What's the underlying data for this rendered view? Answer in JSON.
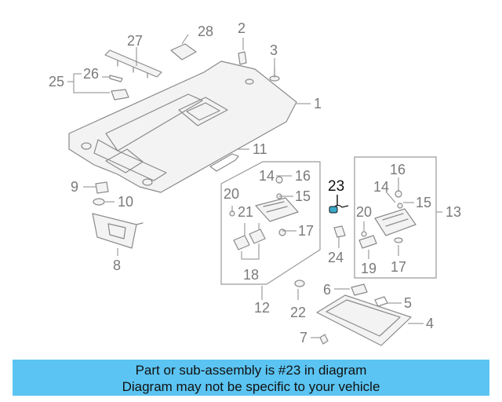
{
  "diagram": {
    "callouts": [
      "1",
      "2",
      "3",
      "4",
      "5",
      "6",
      "7",
      "8",
      "9",
      "10",
      "11",
      "12",
      "13",
      "14",
      "15",
      "16",
      "17",
      "18",
      "19",
      "20",
      "21",
      "22",
      "23",
      "24",
      "25",
      "26",
      "27",
      "28"
    ],
    "callouts_inset_a": [
      "14",
      "15",
      "16",
      "17",
      "18",
      "20",
      "21"
    ],
    "callouts_inset_b": [
      "14",
      "15",
      "16",
      "17",
      "19",
      "20"
    ],
    "highlighted_part": "23",
    "colors": {
      "line": "#8a8a8a",
      "highlight": "#111111",
      "banner": "#5bc4f2"
    }
  },
  "banner": {
    "line1": "Part or sub-assembly is #23 in diagram",
    "line2": "Diagram may not be specific to your vehicle"
  }
}
